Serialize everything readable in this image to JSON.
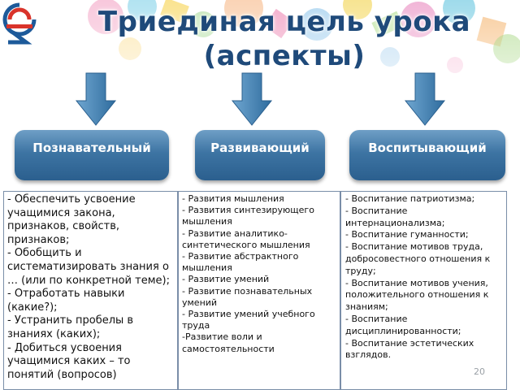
{
  "slide": {
    "title_line1": "Триединая цель урока",
    "title_line2": "(аспекты)",
    "page_number": "20"
  },
  "aspects": [
    {
      "label": "Познавательный"
    },
    {
      "label": "Развивающий"
    },
    {
      "label": "Воспитывающий"
    }
  ],
  "columns": {
    "cognitive": [
      "- Обеспечить усвоение учащимися закона, признаков, свойств, признаков;",
      "- Обобщить и систематизировать знания о … (или по конкретной теме);",
      "- Отработать навыки (какие?);",
      "- Устранить пробелы в знаниях (каких);",
      "- Добиться усвоения учащимися каких – то понятий (вопросов)"
    ],
    "developing": [
      "- Развития мышления",
      "- Развития синтезирующего мышления",
      "- Развитие аналитико-синтетического мышления",
      "- Развитие абстрактного мышления",
      "- Развитие умений",
      "- Развитие познавательных умений",
      "- Развитие умений  учебного труда",
      "-Развитие воли и самостоятельности"
    ],
    "upbringing": [
      "- Воспитание патриотизма;",
      "- Воспитание интернационализма;",
      "- Воспитание гуманности;",
      "- Воспитание мотивов труда, добросовестного отношения к труду;",
      "- Воспитание мотивов учения, положительного отношения к знаниям;",
      "- Воспитание дисциплинированности;",
      "- Воспитание эстетических взглядов."
    ]
  },
  "colors": {
    "title": "#1f4a7a",
    "aspect_box": "#3d74a3",
    "arrow": "#4a86b5",
    "border": "#7a8ea8",
    "logo_red": "#d9342b",
    "logo_blue": "#1d5a9a"
  },
  "icons": [
    "logo-icon",
    "down-arrow-icon"
  ]
}
